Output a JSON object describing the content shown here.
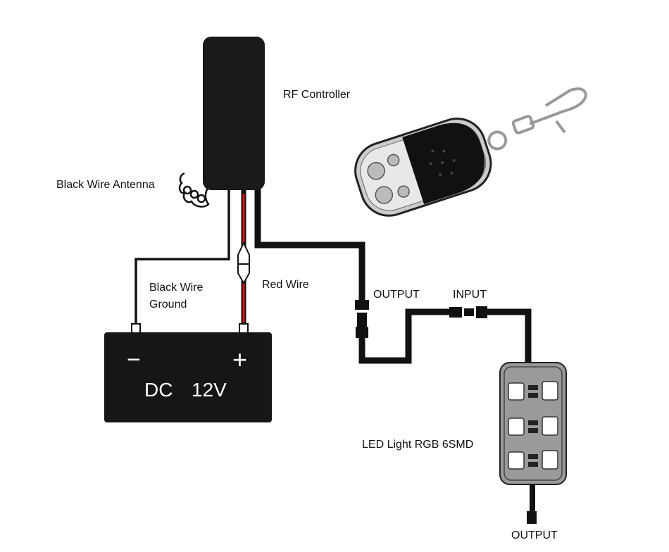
{
  "labels": {
    "rf_controller": "RF Controller",
    "antenna": "Black Wire Antenna",
    "ground_line1": "Black Wire",
    "ground_line2": "Ground",
    "red_wire": "Red Wire",
    "output_controller": "OUTPUT",
    "input_led": "INPUT",
    "led_light": "LED Light RGB 6SMD",
    "output_led": "OUTPUT"
  },
  "battery": {
    "minus": "−",
    "plus": "+",
    "dc": "DC",
    "voltage": "12V"
  },
  "colors": {
    "wire_black": "#111111",
    "wire_red": "#e01010",
    "led_body": "#9a9a9a"
  }
}
